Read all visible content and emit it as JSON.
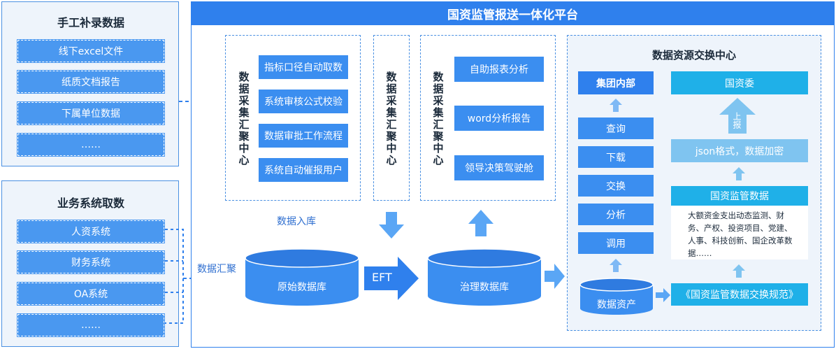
{
  "manual": {
    "title": "手工补录数据",
    "items": [
      "线下excel文件",
      "纸质文档报告",
      "下属单位数据",
      "……"
    ]
  },
  "business": {
    "title": "业务系统取数",
    "items": [
      "人资系统",
      "财务系统",
      "OA系统",
      "……"
    ]
  },
  "platform": {
    "title": "国资监管报送一体化平台",
    "collect": {
      "vertical_label": "数据采集汇聚中心",
      "items": [
        "指标口径自动取数",
        "系统审核公式校验",
        "数据审批工作流程",
        "系统自动催报用户"
      ]
    },
    "collect2": {
      "vertical_label": "数据采集汇聚中心"
    },
    "analysis": {
      "vertical_label": "数据采集汇聚中心",
      "items": [
        "自助报表分析",
        "word分析报告",
        "领导决策驾驶舱"
      ]
    },
    "labels": {
      "data_in": "数据入库",
      "data_gather": "数据汇聚",
      "eft": "EFT"
    },
    "dbs": {
      "raw": "原始数据库",
      "governed": "治理数据库"
    },
    "exchange": {
      "title": "数据资源交换中心",
      "group": "集团内部",
      "sasac": "国资委",
      "ops": [
        "查询",
        "下载",
        "交换",
        "分析",
        "调用"
      ],
      "upload": "上报",
      "json": "json格式，数据加密",
      "supervision_title": "国资监管数据",
      "supervision_desc": "大额资金支出动态监测、财务、产权、投资项目、党建、人事、科技创新、国企改革数据……",
      "asset": "数据资产",
      "standard": "《国资监管数据交换规范》"
    }
  },
  "colors": {
    "primary": "#2f80ed",
    "item": "#4a98f0",
    "panel_bg": "#eef4fb",
    "arrow": "#5aa6f5",
    "cyan": "#1fb0e8"
  }
}
